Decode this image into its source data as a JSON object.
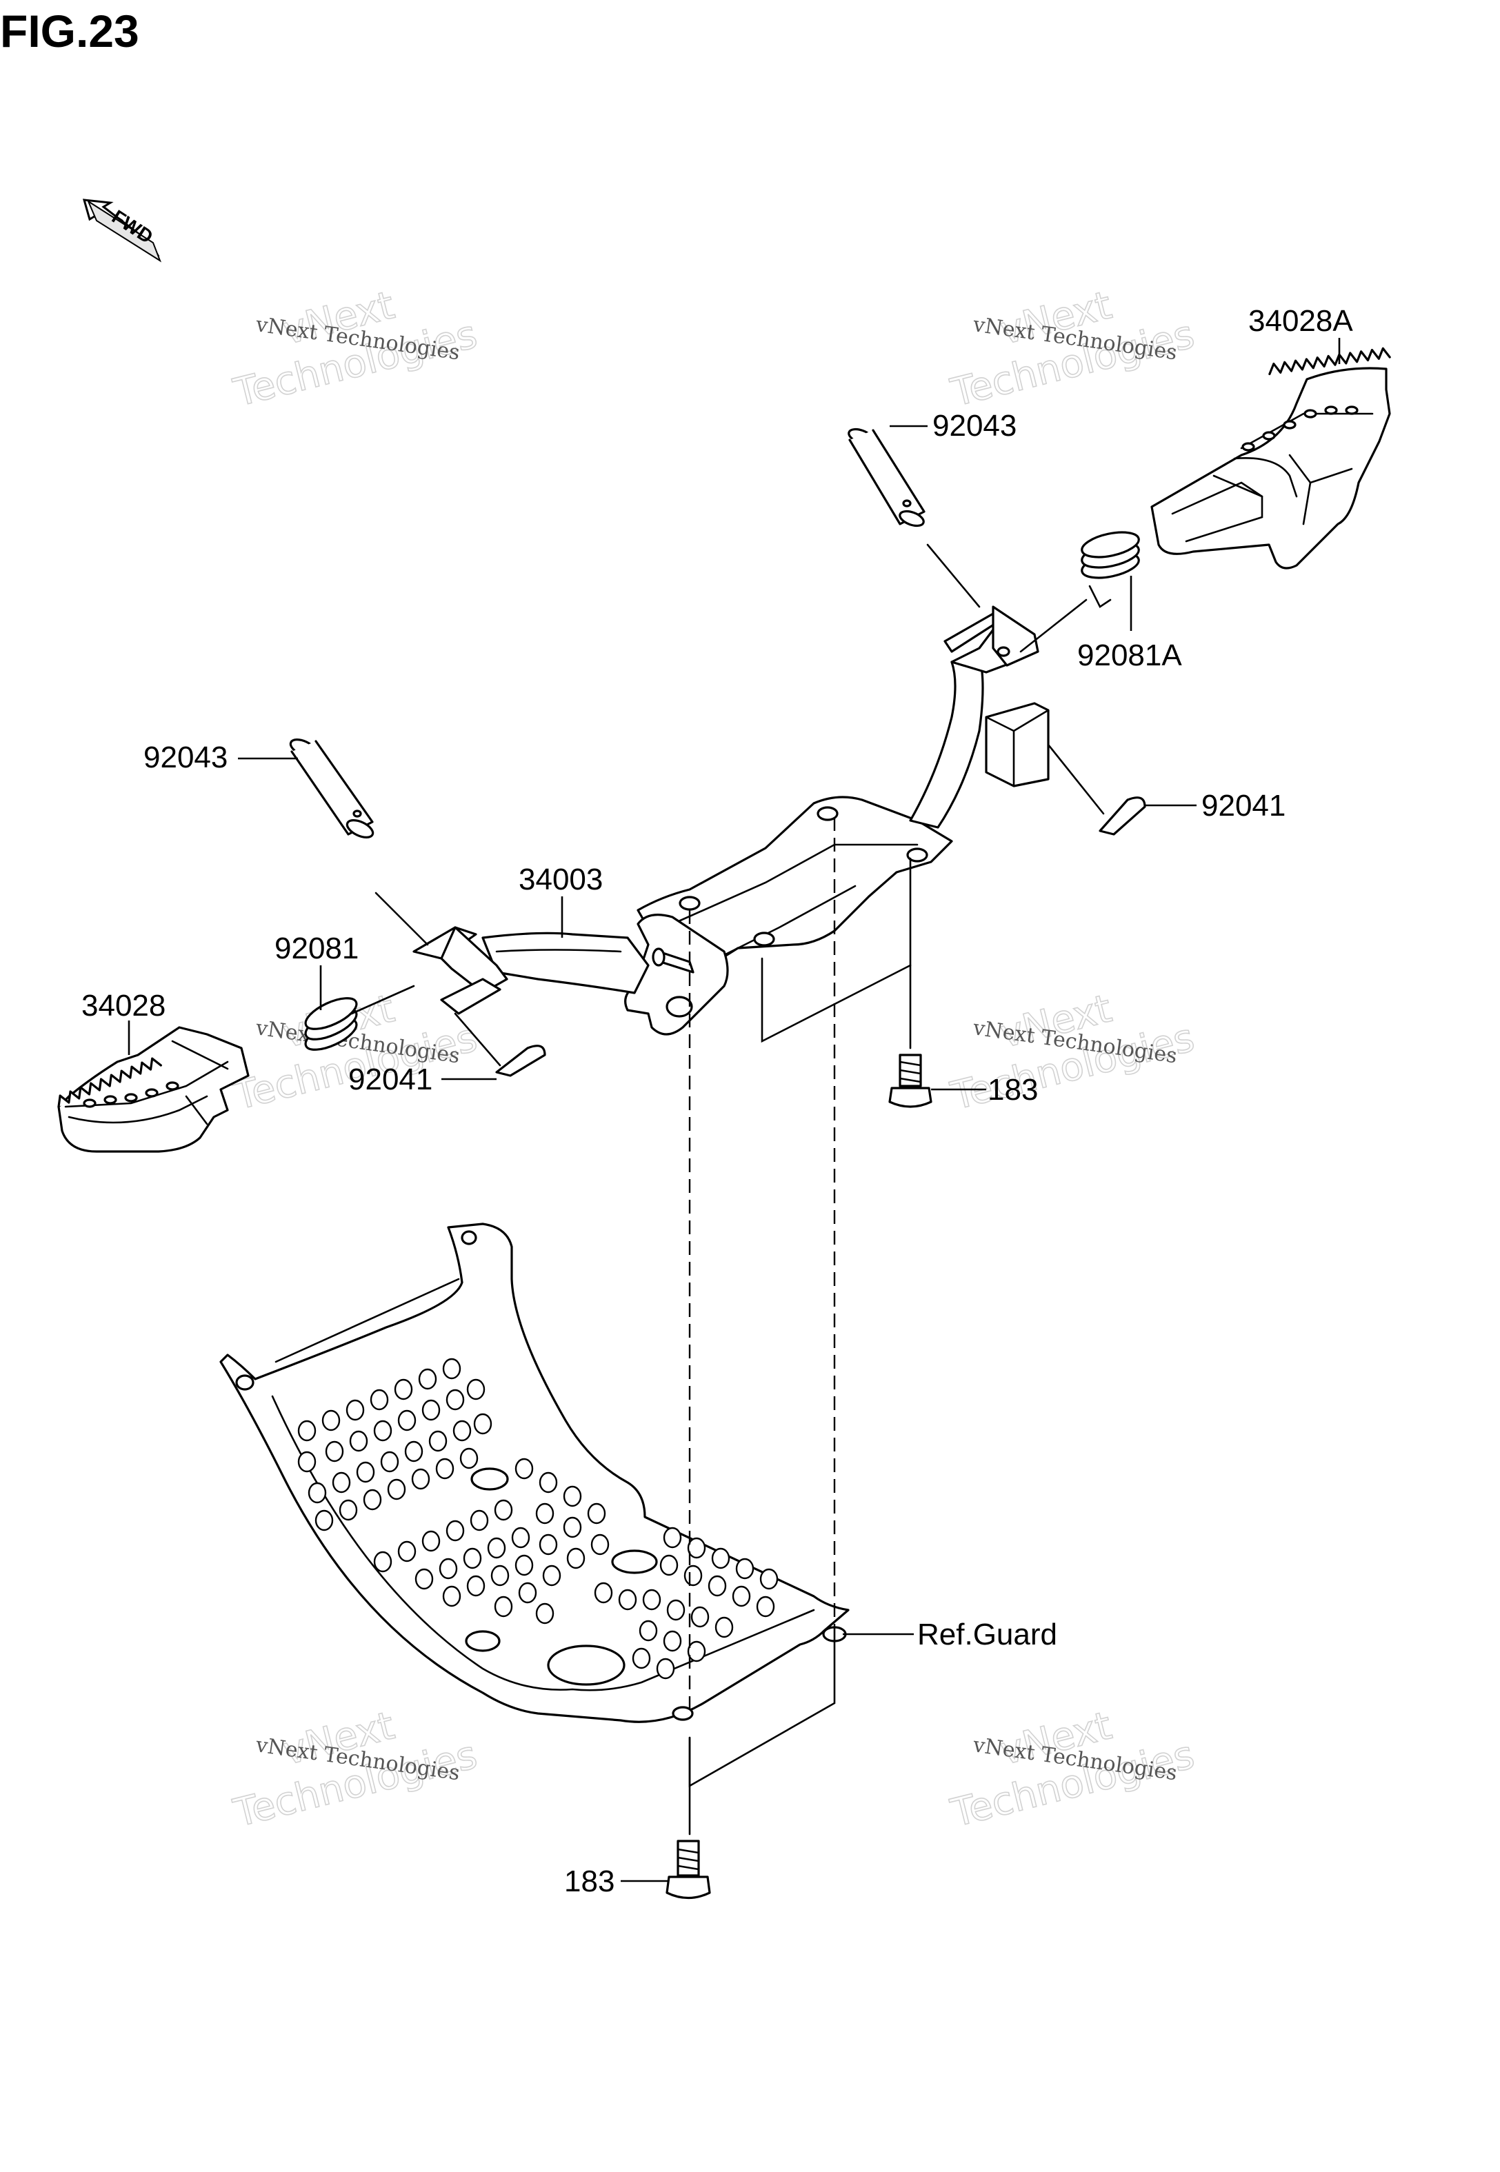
{
  "figure": {
    "title": "FIG.23",
    "direction_marker": "FWD"
  },
  "watermark": {
    "line1": "vNext Technologies",
    "line2": "vNext",
    "line3": "Technologies"
  },
  "callouts": {
    "pin_right": "92043",
    "pin_left": "92043",
    "spring_right": "92081A",
    "spring_left": "92081",
    "cotter_right": "92041",
    "cotter_left": "92041",
    "peg_right": "34028A",
    "peg_left": "34028",
    "bracket": "34003",
    "bolt_upper": "183",
    "bolt_lower": "183",
    "guard_ref": "Ref.Guard"
  }
}
